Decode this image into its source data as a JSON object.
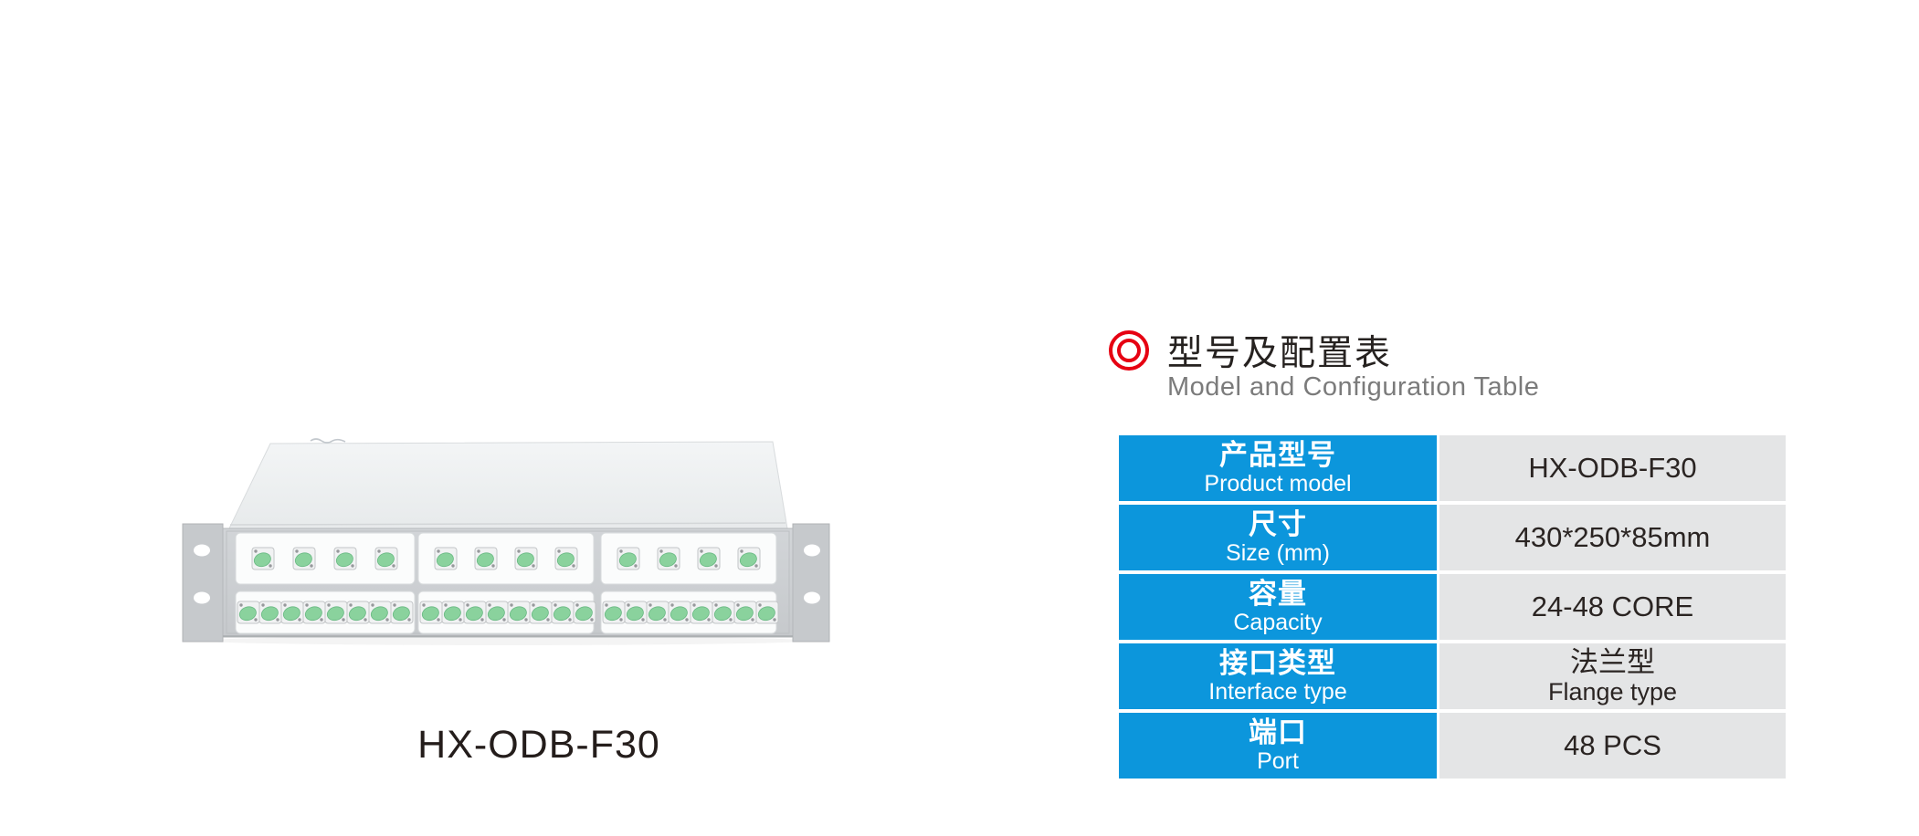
{
  "product": {
    "caption": "HX-ODB-F30",
    "description": "2U rack-mount fiber optic distribution box, front view",
    "top_row_plates": 3,
    "bottom_row_plates": 3,
    "adapters_per_top_plate": 4,
    "adapters_per_bottom_plate": 8,
    "adapter_cap_color": "#8ad29d",
    "chassis_color": "#cdd0d3"
  },
  "section": {
    "title_zh": "型号及配置表",
    "title_en": "Model and Configuration Table",
    "bullet_color": "#e60012"
  },
  "table": {
    "header_bg": "#0c96dc",
    "value_bg": "#e4e5e6",
    "rows": [
      {
        "label_zh": "产品型号",
        "label_en": "Product model",
        "value": "HX-ODB-F30"
      },
      {
        "label_zh": "尺寸",
        "label_en": "Size (mm)",
        "value": "430*250*85mm"
      },
      {
        "label_zh": "容量",
        "label_en": "Capacity",
        "value": "24-48 CORE"
      },
      {
        "label_zh": "接口类型",
        "label_en": "Interface type",
        "value": "法兰型",
        "value2": "Flange type"
      },
      {
        "label_zh": "端口",
        "label_en": "Port",
        "value": "48 PCS"
      }
    ]
  }
}
